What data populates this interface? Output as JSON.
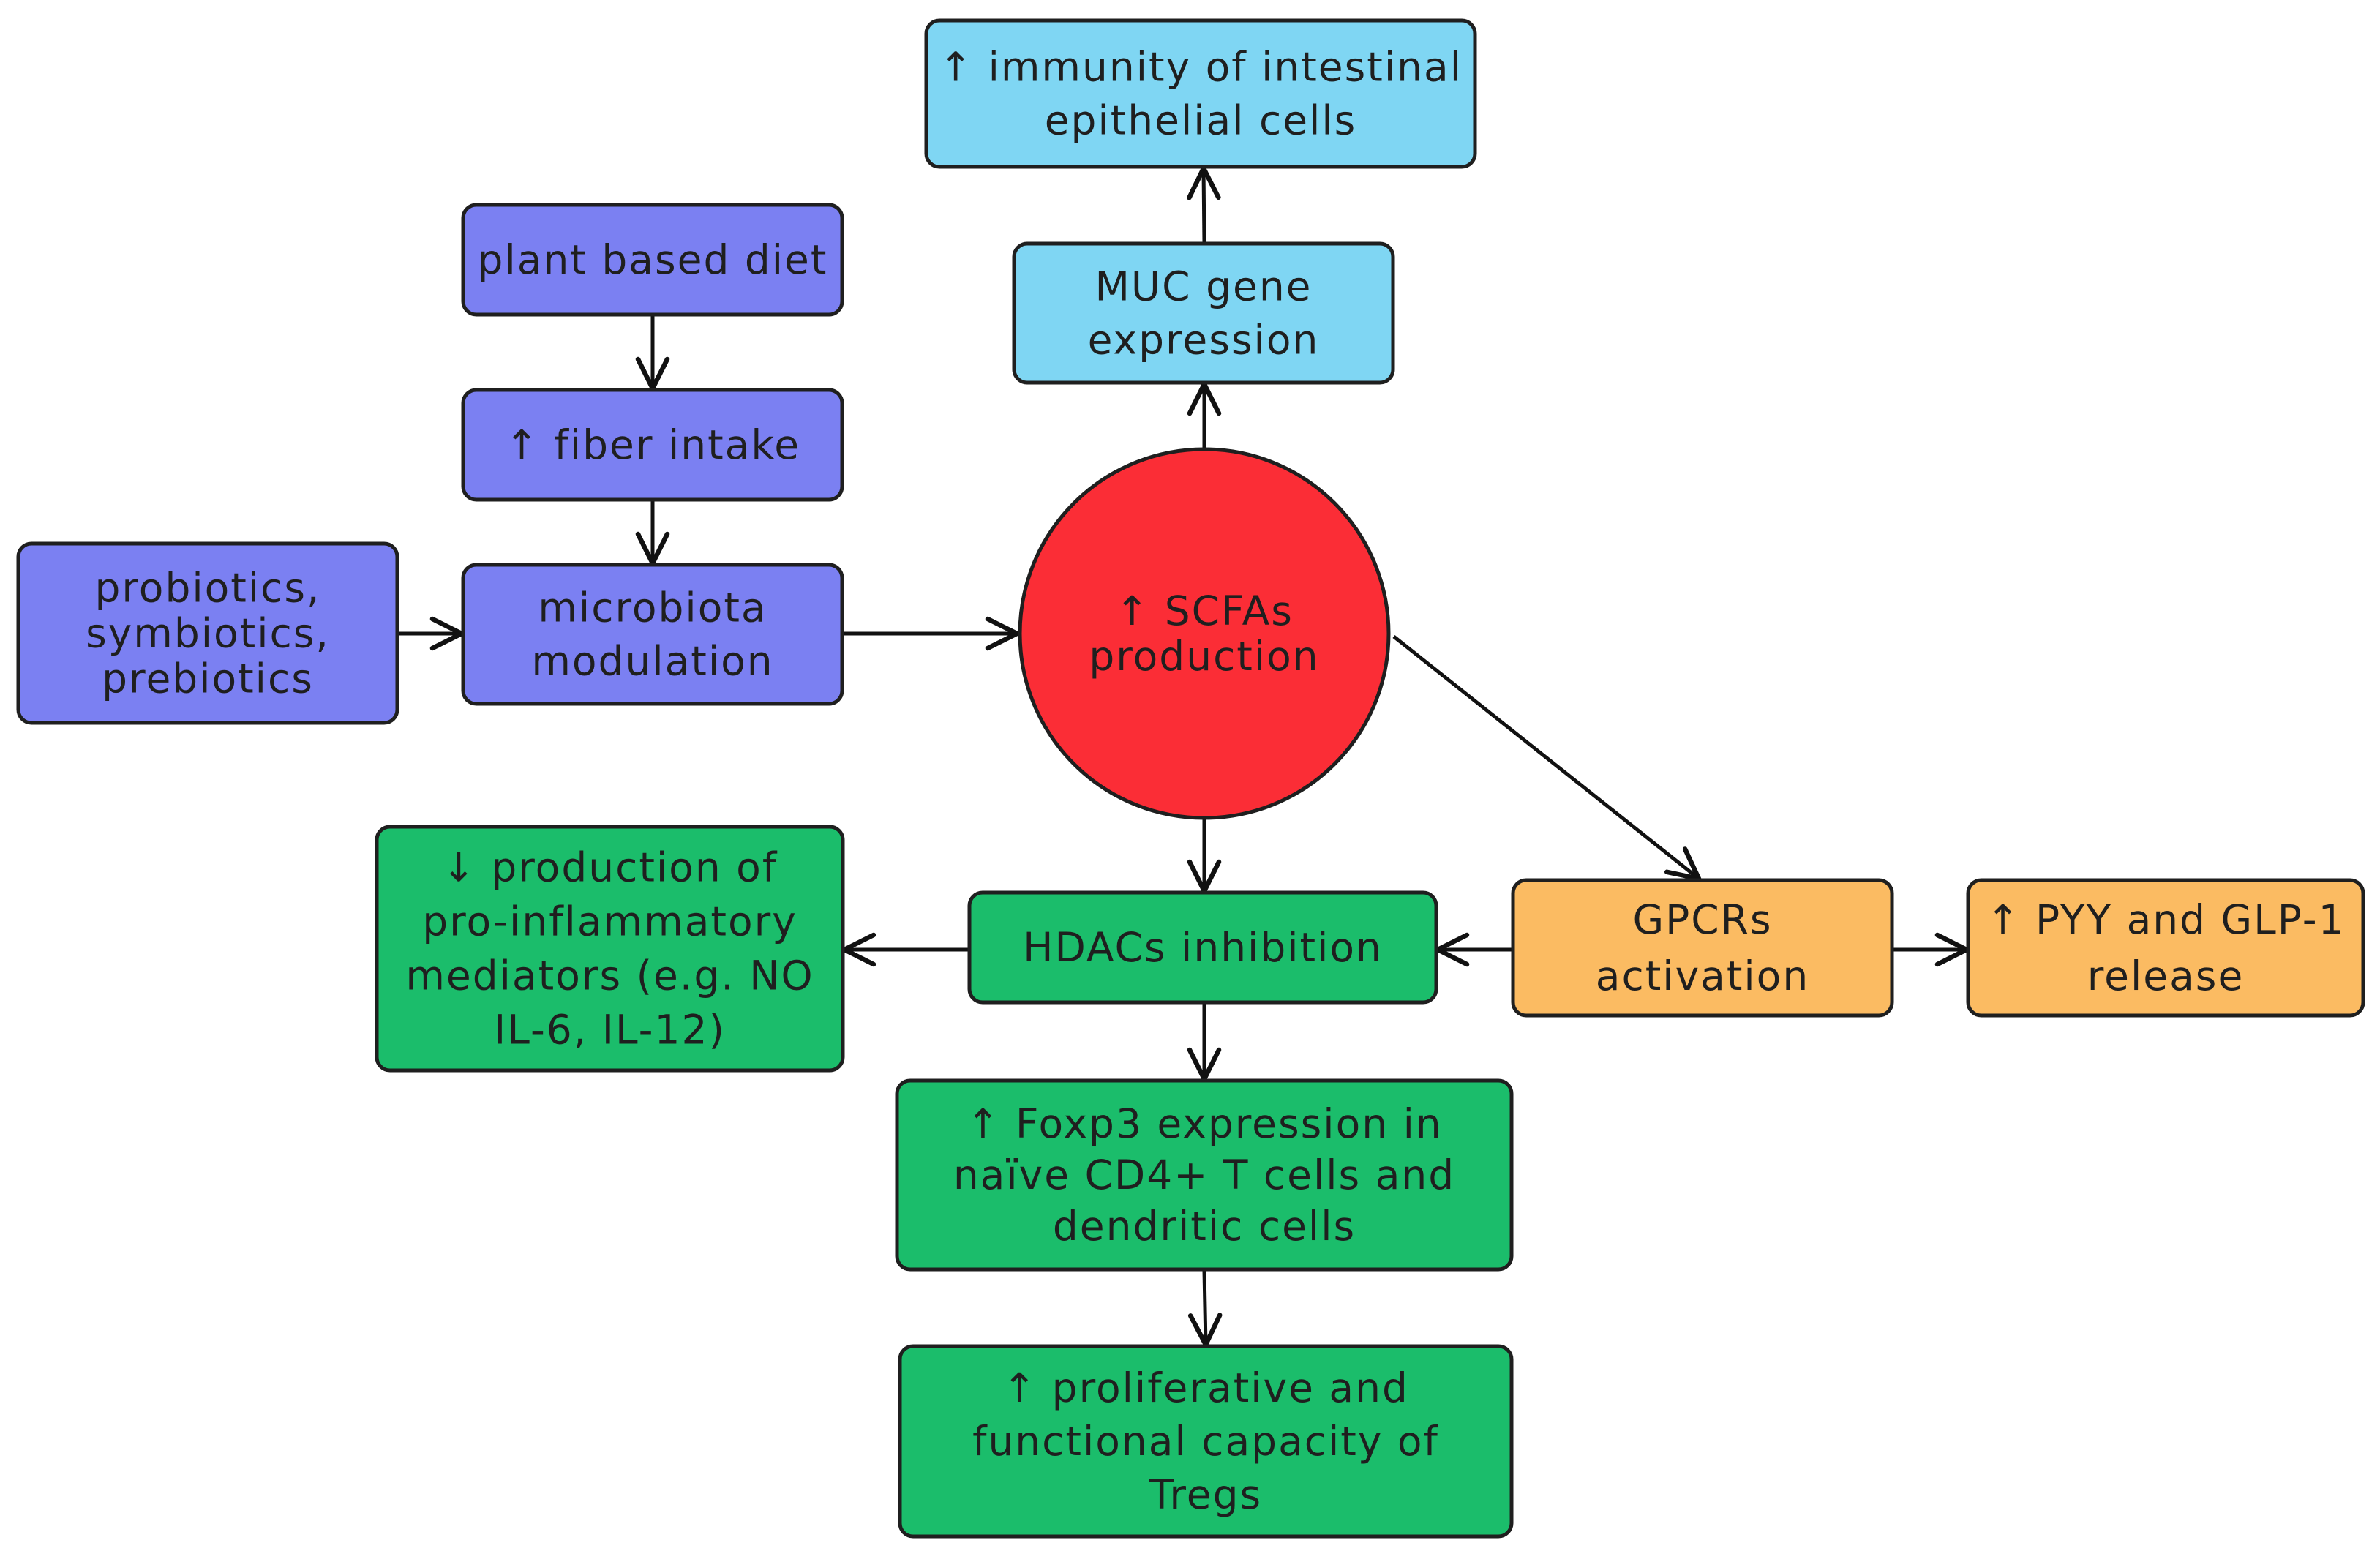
{
  "colors": {
    "purple": "#7b80f2",
    "blue": "#7fd6f3",
    "red": "#fb2d36",
    "green": "#1bbd6b",
    "orange": "#fbbb62",
    "stroke": "#1f1f1f"
  },
  "nodes": {
    "immunity": {
      "color": "blue",
      "lines": [
        "↑ immunity of intestinal",
        "epithelial cells"
      ]
    },
    "muc": {
      "color": "blue",
      "lines": [
        "MUC gene",
        "expression"
      ]
    },
    "plant_diet": {
      "color": "purple",
      "lines": [
        "plant based diet"
      ]
    },
    "fiber": {
      "color": "purple",
      "lines": [
        "↑ fiber intake"
      ]
    },
    "probiotics": {
      "color": "purple",
      "lines": [
        "probiotics,",
        "symbiotics,",
        "prebiotics"
      ]
    },
    "microbiota": {
      "color": "purple",
      "lines": [
        "microbiota",
        "modulation"
      ]
    },
    "scfa": {
      "color": "red",
      "lines": [
        "↑ SCFAs",
        "production"
      ]
    },
    "pro_inflammatory": {
      "color": "green",
      "lines": [
        "↓ production of",
        "pro-inflammatory",
        "mediators (e.g. NO",
        "IL-6, IL-12)"
      ]
    },
    "hdac": {
      "color": "green",
      "lines": [
        "HDACs inhibition"
      ]
    },
    "gpcr": {
      "color": "orange",
      "lines": [
        "GPCRs",
        "activation"
      ]
    },
    "pyy": {
      "color": "orange",
      "lines": [
        "↑ PYY and GLP-1",
        "release"
      ]
    },
    "foxp3": {
      "color": "green",
      "lines": [
        "↑ Foxp3 expression in",
        "naïve CD4+ T cells and",
        "dendritic cells"
      ]
    },
    "tregs": {
      "color": "green",
      "lines": [
        "↑ proliferative and",
        "functional capacity of",
        "Tregs"
      ]
    }
  },
  "edges": [
    {
      "from": "plant_diet",
      "to": "fiber"
    },
    {
      "from": "fiber",
      "to": "microbiota"
    },
    {
      "from": "probiotics",
      "to": "microbiota"
    },
    {
      "from": "microbiota",
      "to": "scfa"
    },
    {
      "from": "scfa",
      "to": "muc"
    },
    {
      "from": "muc",
      "to": "immunity"
    },
    {
      "from": "scfa",
      "to": "hdac"
    },
    {
      "from": "scfa",
      "to": "gpcr"
    },
    {
      "from": "gpcr",
      "to": "hdac"
    },
    {
      "from": "gpcr",
      "to": "pyy"
    },
    {
      "from": "hdac",
      "to": "pro_inflammatory"
    },
    {
      "from": "hdac",
      "to": "foxp3"
    },
    {
      "from": "foxp3",
      "to": "tregs"
    }
  ]
}
